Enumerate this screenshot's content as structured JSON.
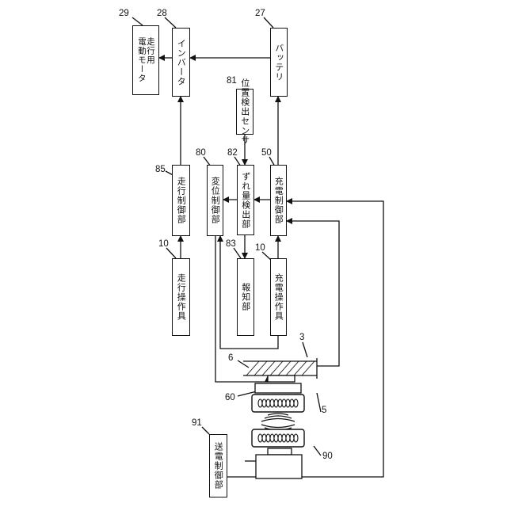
{
  "blocks": {
    "drive_motor": "走行用\n電動モータ",
    "inverter": "インバータ",
    "battery": "バッテリ",
    "position_sensor": "位置検出センサ",
    "drive_control": "走行制御部",
    "displacement_control": "変位制御部",
    "deviation_detector": "ずれ量検出部",
    "charge_control": "充電制御部",
    "drive_operator": "走行操作具",
    "notification": "報知部",
    "charge_operator": "充電操作具",
    "power_tx_control": "送電制御部"
  },
  "refs": {
    "r29": "29",
    "r28": "28",
    "r27": "27",
    "r81": "81",
    "r85": "85",
    "r80": "80",
    "r82": "82",
    "r50": "50",
    "r10a": "10",
    "r83": "83",
    "r10b": "10",
    "r3": "3",
    "r6": "6",
    "r60": "60",
    "r5": "5",
    "r91": "91",
    "r90": "90"
  }
}
